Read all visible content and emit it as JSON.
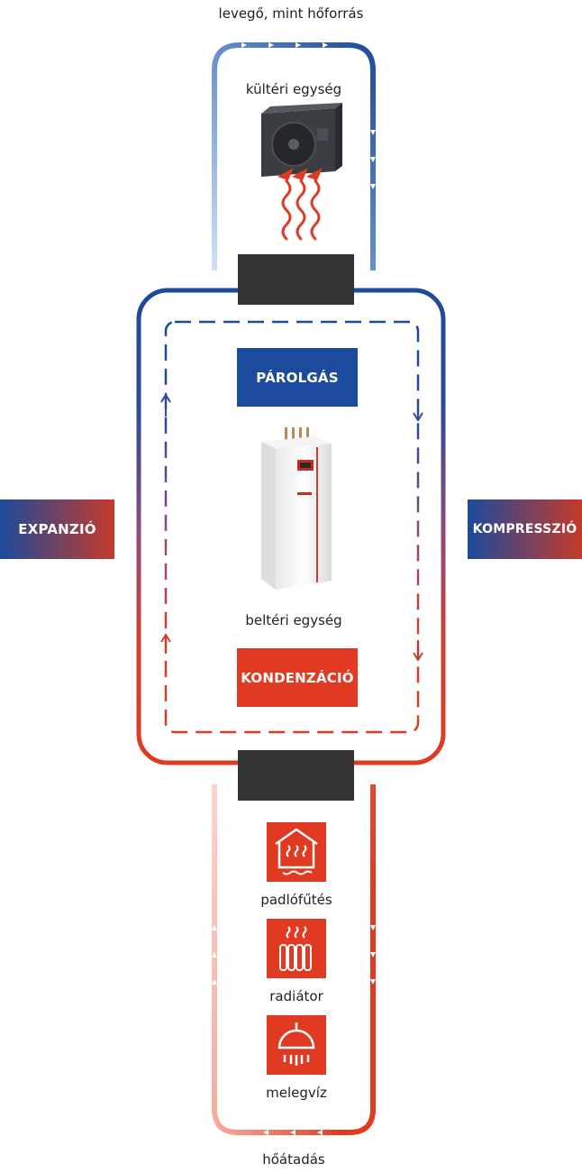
{
  "labels": {
    "air_source": "levegő, mint hőforrás",
    "outdoor_unit": "kültéri egység",
    "indoor_unit": "beltéri egység",
    "heat_transfer": "hőátadás",
    "floor_heating": "padlófűtés",
    "radiator": "radiátor",
    "hot_water": "melegvíz"
  },
  "stages": {
    "evaporation": "PÁROLGÁS",
    "condensation": "KONDENZÁCIÓ",
    "expansion": "EXPANZIÓ",
    "compression": "KOMPRESSZIÓ"
  },
  "colors": {
    "blue": "#1c4a9c",
    "red": "#e03a22",
    "dark": "#333333"
  },
  "icons": {
    "outdoor_unit": "heat-pump-outdoor-unit",
    "indoor_unit": "heat-pump-indoor-unit",
    "floor_heating": "house-floor-heating-icon",
    "radiator": "radiator-icon",
    "hot_water": "shower-icon"
  }
}
